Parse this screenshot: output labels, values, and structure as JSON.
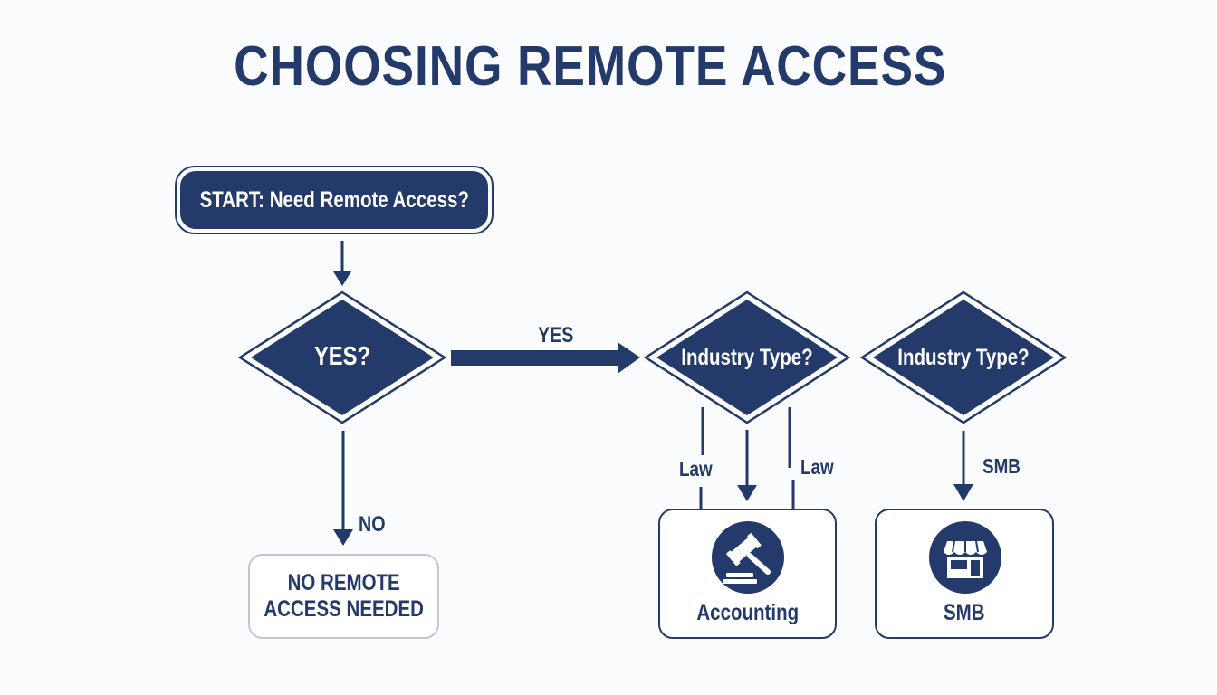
{
  "title": "CHOOSING REMOTE ACCESS",
  "colors": {
    "primary": "#233a6b",
    "muted_border": "#c3c7cd",
    "background": "#fbfcfd"
  },
  "nodes": {
    "start": {
      "label": "START: Need Remote Access?"
    },
    "decision_yes": {
      "label": "YES?"
    },
    "decision_industry_1": {
      "label": "Industry Type?"
    },
    "decision_industry_2": {
      "label": "Industry Type?"
    },
    "no_remote": {
      "line1": "NO REMOTE",
      "line2": "ACCESS NEEDED"
    },
    "accounting": {
      "label": "Accounting",
      "icon": "gavel-icon"
    },
    "smb": {
      "label": "SMB",
      "icon": "storefront-icon"
    }
  },
  "edges": {
    "yes_label": "YES",
    "no_label": "NO",
    "law_left": "Law",
    "law_right": "Law",
    "smb_label": "SMB"
  }
}
